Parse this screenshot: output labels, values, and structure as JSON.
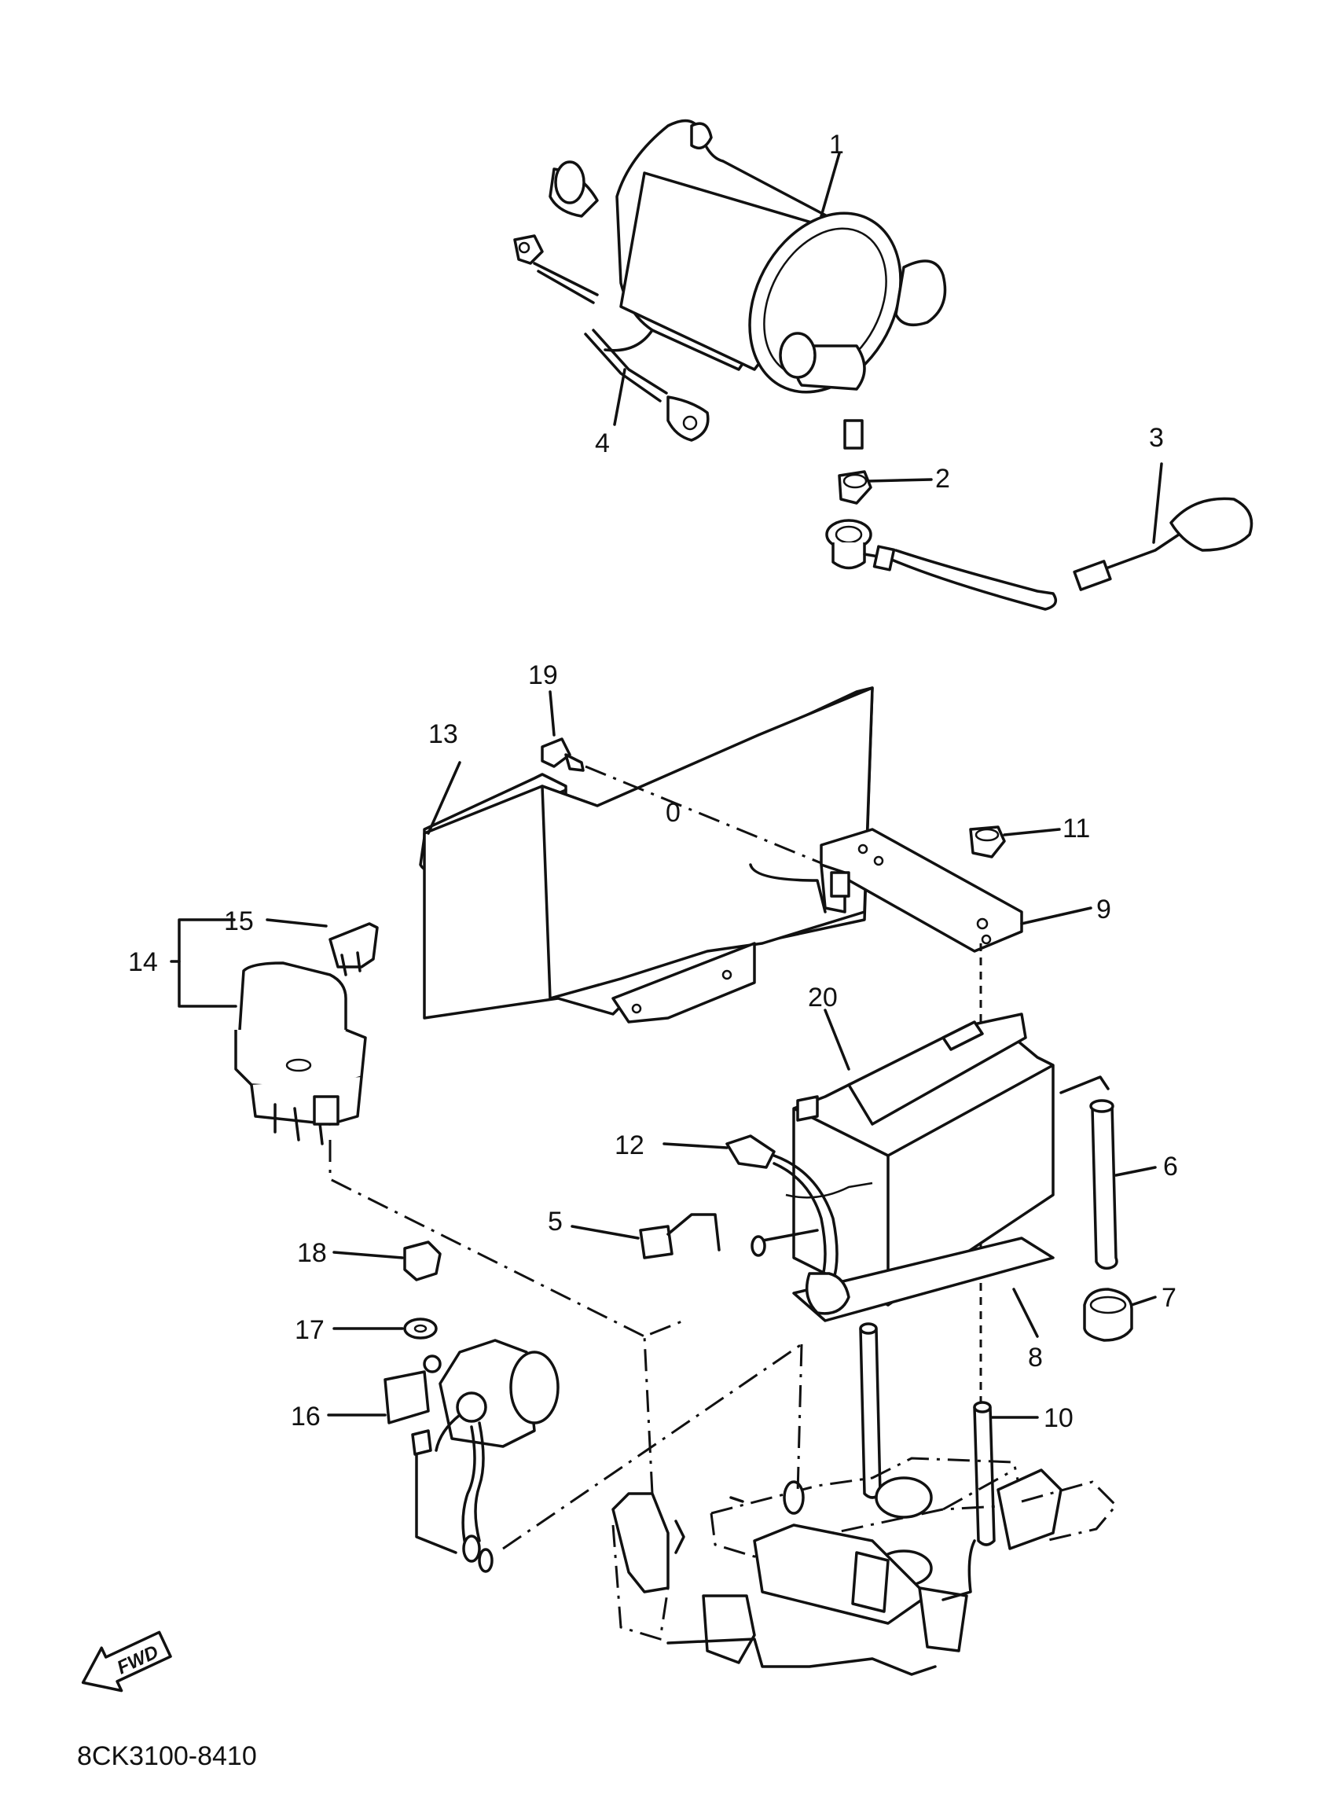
{
  "diagram": {
    "callouts": [
      "1",
      "2",
      "3",
      "4",
      "5",
      "6",
      "7",
      "8",
      "9",
      "10",
      "11",
      "12",
      "13",
      "14",
      "15",
      "16",
      "17",
      "18",
      "19",
      "20"
    ],
    "fwd_label": "FWD",
    "drawing_code": "8CK3100-8410"
  }
}
